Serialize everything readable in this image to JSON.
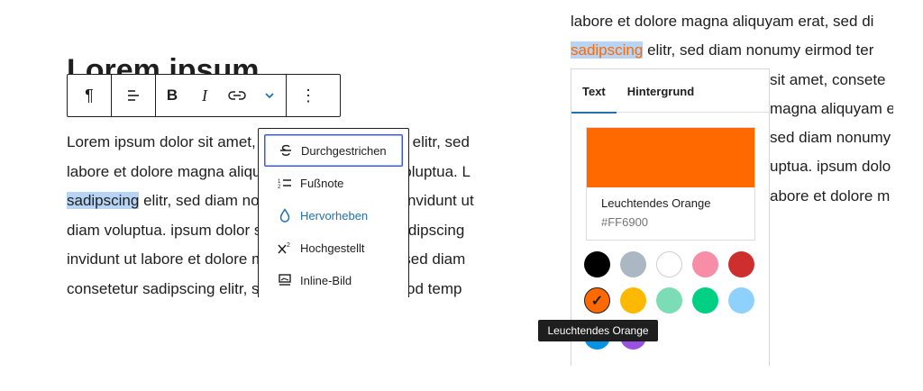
{
  "left": {
    "heading": "Lorem ipsum",
    "lines": [
      "Lorem ipsum dolor sit amet, consetetur sadipscing elitr, sed",
      "labore et dolore magna aliquyam erat, sed diam voluptua. L",
      "elitr, sed diam nonumy eirmod tempor invidunt ut",
      "diam voluptua.  ipsum dolor sit amet, consetetur sadipscing",
      "invidunt ut labore et dolore magna aliquyam erat, sed diam",
      "consetetur sadipscing elitr, sed diam nonumy eirmod temp"
    ],
    "highlight_word": "sadipscing",
    "toolbar": {
      "paragraph_icon": "¶",
      "align_icon": "align-icon",
      "bold": "B",
      "italic": "I",
      "link_icon": "link-icon",
      "more_icon": "chevron-down-icon",
      "options_icon": "⋮"
    },
    "dropdown": [
      {
        "label": "Durchgestrichen",
        "icon": "strikethrough-icon",
        "glyph": "S̶"
      },
      {
        "label": "Fußnote",
        "icon": "footnote-icon",
        "glyph": "⁝≡"
      },
      {
        "label": "Hervorheben",
        "icon": "highlight-drop-icon",
        "glyph": "💧"
      },
      {
        "label": "Hochgestellt",
        "icon": "superscript-icon",
        "glyph": "X²"
      },
      {
        "label": "Inline-Bild",
        "icon": "inline-image-icon",
        "glyph": "▭"
      }
    ]
  },
  "right": {
    "lines": [
      "labore et dolore magna aliquyam erat, sed di",
      "elitr, sed diam nonumy eirmod ter",
      "sit amet, consete",
      "magna aliquyam e",
      "sed diam nonumy",
      "uptua.  ipsum dolo",
      "abore et dolore m"
    ],
    "highlight_word": "sadipscing",
    "tabs": [
      "Text",
      "Hintergrund"
    ],
    "selected_color_name": "Leuchtendes Orange",
    "selected_color_hex": "#FF6900",
    "palette": [
      "#000000",
      "#abb8c3",
      "#ffffff",
      "#f78da7",
      "#cf2e2e",
      "#ff6900",
      "#fcb900",
      "#7bdcb5",
      "#00d084",
      "#8ed1fc",
      "#0693e3",
      "#9b51e0"
    ],
    "tooltip": "Leuchtendes Orange"
  },
  "colors": {
    "accent": "#2271b1",
    "focus": "#3858e9",
    "text_highlight": "#b7d4f5",
    "orange": "#ff6900"
  }
}
